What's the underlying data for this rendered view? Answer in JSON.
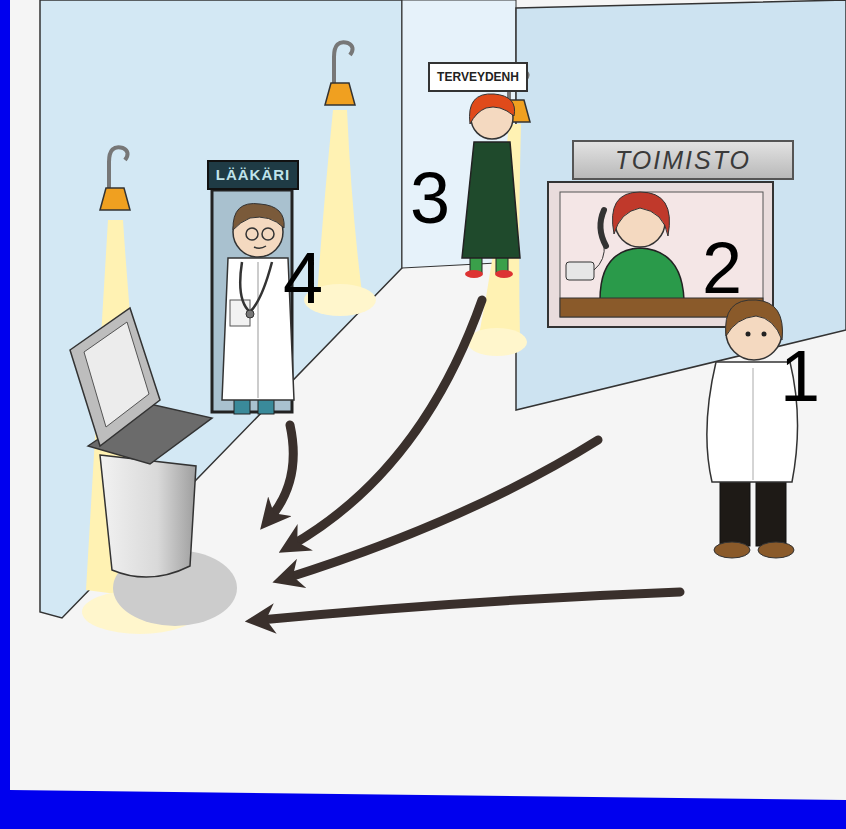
{
  "diagram": {
    "nodes": [
      {
        "text": [
          "LÄÄKÄRI"
        ]
      },
      {
        "text": [
          "TERVEYDENH"
        ]
      },
      {
        "text": [
          "TOIMISTO"
        ]
      }
    ],
    "labels": [
      "1",
      "2",
      "3",
      "4"
    ]
  }
}
